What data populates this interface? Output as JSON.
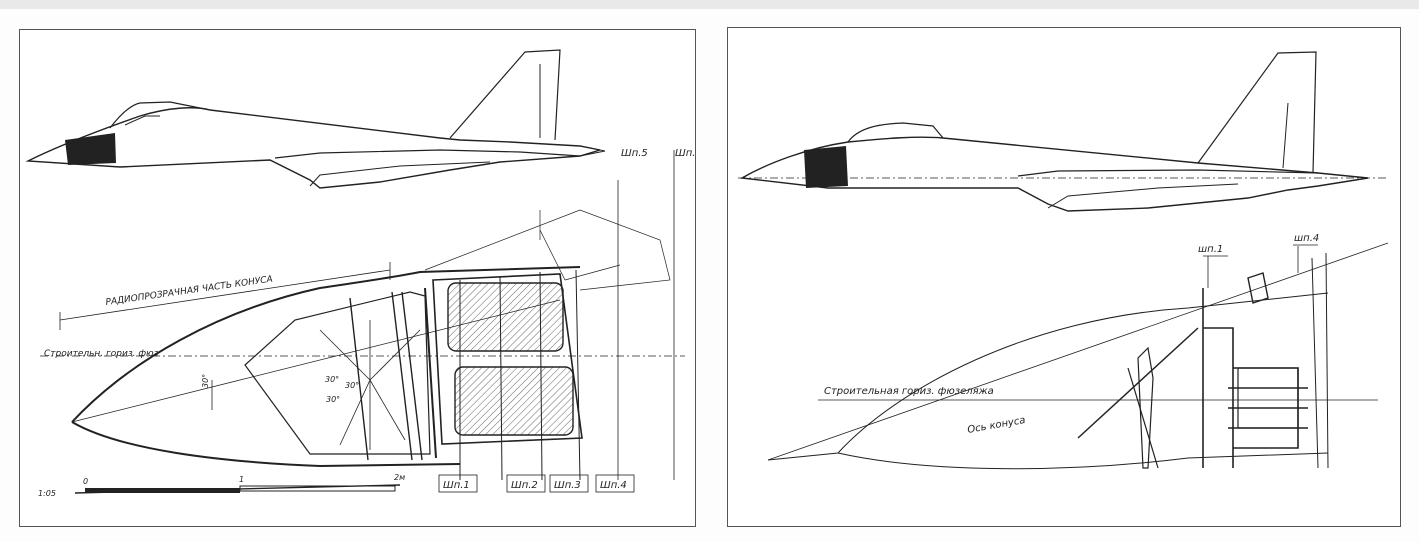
{
  "left_drawing": {
    "cone_label": "РАДИОПРОЗРАЧНАЯ ЧАСТЬ КОНУСА",
    "axis_label": "Строительн. гориз. фюз",
    "frames": [
      "Шп.1",
      "Шп.2",
      "Шп.3",
      "Шп.4"
    ],
    "top_frames": [
      "Шп.5",
      "Шп."
    ],
    "angles": [
      "30°",
      "30°",
      "30°",
      "30°"
    ],
    "scale": {
      "ticks": [
        "0",
        "1",
        "2м"
      ],
      "title": "1:05"
    }
  },
  "right_drawing": {
    "frames": [
      "шп.1",
      "шп.4"
    ],
    "axis_label": "Строительная гориз. фюзеляжа",
    "cone_axis_label": "Ось конуса"
  }
}
